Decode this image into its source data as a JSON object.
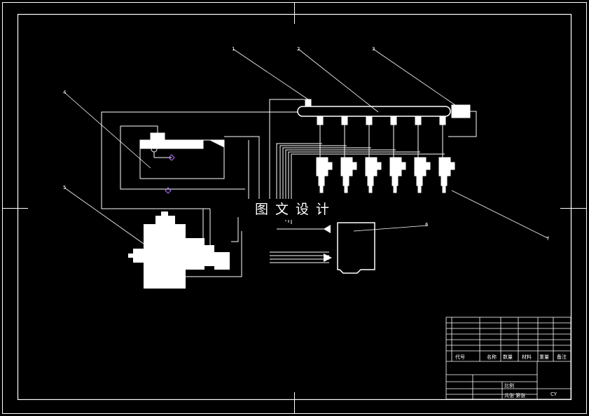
{
  "watermark": "图文设计",
  "part_labels": [
    "1",
    "2",
    "3",
    "4",
    "5",
    "6",
    "7"
  ],
  "title_block": {
    "header_cells": [
      "代号",
      "名称",
      "数量",
      "材料",
      "重量",
      "备注"
    ],
    "scale_label": "比例",
    "sheet_text": "共张 第张",
    "drawing_no": "CY"
  },
  "colors": {
    "background": "#000000",
    "line": "#ffffff",
    "accent": "#b070ff"
  }
}
